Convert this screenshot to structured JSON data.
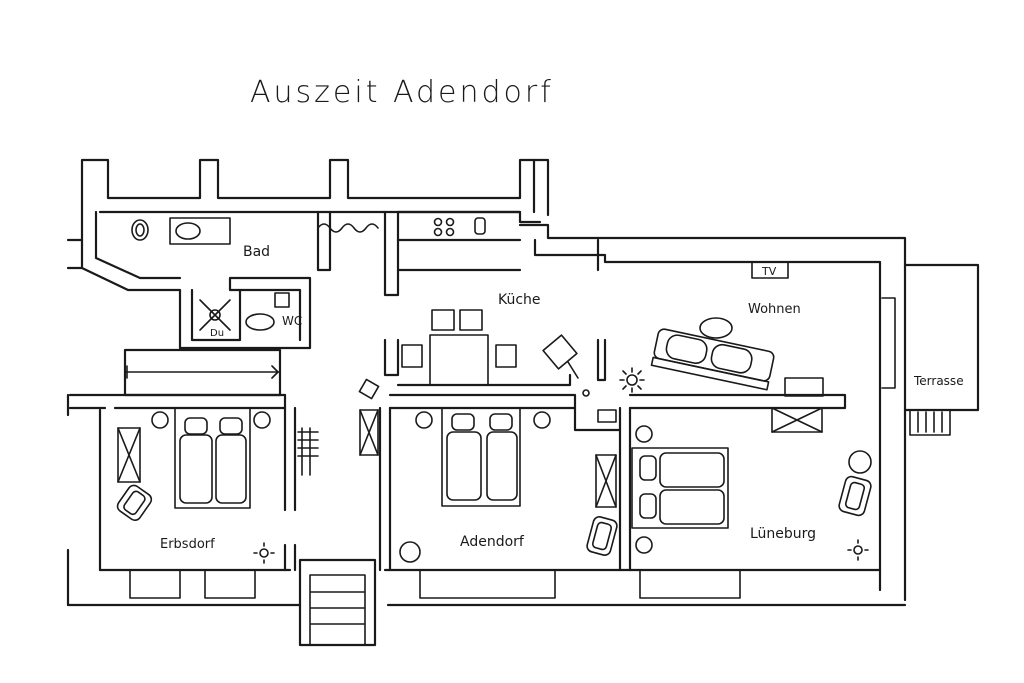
{
  "title": "Auszeit Adendorf",
  "rooms": {
    "bad": "Bad",
    "du": "Du",
    "wc": "WC",
    "kueche": "Küche",
    "wohnen": "Wohnen",
    "tv": "TV",
    "terrasse": "Terrasse",
    "erbsdorf": "Erbsdorf",
    "adendorf": "Adendorf",
    "lueneburg": "Lüneburg"
  }
}
